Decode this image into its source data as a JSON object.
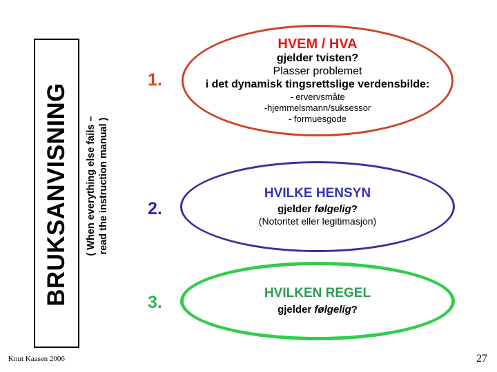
{
  "slide": {
    "side_title": "BRUKSANVISNING",
    "side_subtitle_line1": "( When everything else fails –",
    "side_subtitle_line2": "read the instruction manual )",
    "steps": [
      {
        "number": "1.",
        "number_color": "#D9411E",
        "ellipse_color": "#CC4425",
        "heading": "HVEM / HVA",
        "heading_color": "#E01B11",
        "line2": "gjelder tvisten?",
        "line3": "Plasser problemet",
        "line4": "i det dynamisk tingsrettslige verdensbilde:",
        "bullets": [
          "- ervervsmåte",
          "-hjemmelsmann/suksessor",
          "- formuesgode"
        ]
      },
      {
        "number": "2.",
        "number_color": "#2B2B9E",
        "ellipse_color": "#33339E",
        "heading": "HVILKE HENSYN",
        "heading_color": "#3333B0",
        "line2_prefix": "gjelder ",
        "line2_emphasis": "følgelig",
        "line2_suffix": "?",
        "line3": "(Notoritet eller legitimasjon)"
      },
      {
        "number": "3.",
        "number_color": "#2DB84B",
        "ellipse_color": "#33CC4E",
        "heading": "HVILKEN REGEL",
        "heading_color": "#2E9B4F",
        "line2_prefix": "gjelder ",
        "line2_emphasis": "følgelig",
        "line2_suffix": "?"
      }
    ],
    "footer": {
      "credit": "Knut Kaasen 2006",
      "page_number": "27"
    }
  }
}
